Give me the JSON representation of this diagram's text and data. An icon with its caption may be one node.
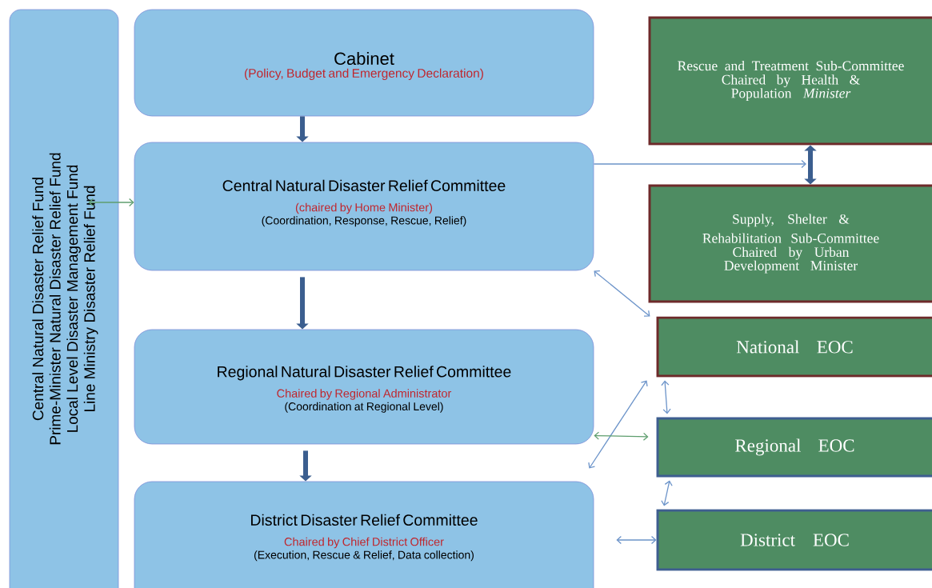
{
  "diagram": {
    "nodes": [
      {
        "text": [
          "Central Natural Disaster Relief Fund",
          "Prime-Minister Natural Disaster Relief Fund",
          "Local Level Disaster Management Fund",
          "Line Ministry Disaster Relief Fund"
        ]
      },
      {
        "text": [
          "Cabinet",
          "(Policy, Budget and Emergency Declaration)"
        ]
      },
      {
        "text": [
          "Central Natural Disaster Relief Committee",
          "(chaired by Home Minister)",
          "(Coordination, Response, Rescue, Relief)"
        ]
      },
      {
        "text": [
          "Regional Natural Disaster Relief Committee",
          "Chaired by Regional Administrator",
          "(Coordination at Regional Level)"
        ]
      },
      {
        "text": [
          "District Disaster Relief Committee",
          "Chaired by Chief District Officer",
          "(Execution, Rescue & Relief, Data collection)"
        ]
      },
      {
        "text": [
          "Rescue and Treatment Sub-Committee",
          "Chaired by Health & Population *Minister*"
        ]
      },
      {
        "text": [
          "Supply, Shelter & Rehabilitation Sub-Committee",
          "Chaired by Urban Development Minister"
        ]
      },
      {
        "text": [
          "National EOC"
        ]
      },
      {
        "text": [
          "Regional EOC"
        ]
      },
      {
        "text": [
          "District EOC"
        ]
      }
    ],
    "edges": [
      {
        "from": 1,
        "to": 2,
        "arrow": "to",
        "style": "thick",
        "color": "#3b5e8f"
      },
      {
        "from": 2,
        "to": 3,
        "arrow": "to",
        "style": "thick",
        "color": "#3b5e8f"
      },
      {
        "from": 3,
        "to": 4,
        "arrow": "to",
        "style": "thick",
        "color": "#3b5e8f"
      },
      {
        "from": 5,
        "to": 6,
        "arrow": "both",
        "style": "thick",
        "color": "#3b5e8f"
      },
      {
        "from": 0,
        "to": 2,
        "arrow": "both",
        "color": "#5e9e6e"
      },
      {
        "from": 2,
        "to": null,
        "arrow": "to"
      },
      {
        "from": 2,
        "to": 7,
        "arrow": "both"
      },
      {
        "from": 4,
        "to": 7,
        "arrow": "both"
      },
      {
        "from": 3,
        "to": 8,
        "arrow": "both",
        "color": "#5e9e6e"
      },
      {
        "from": 7,
        "to": 8,
        "arrow": "both"
      },
      {
        "from": 8,
        "to": 9,
        "arrow": "both"
      },
      {
        "from": 4,
        "to": 9,
        "arrow": "both"
      }
    ]
  }
}
